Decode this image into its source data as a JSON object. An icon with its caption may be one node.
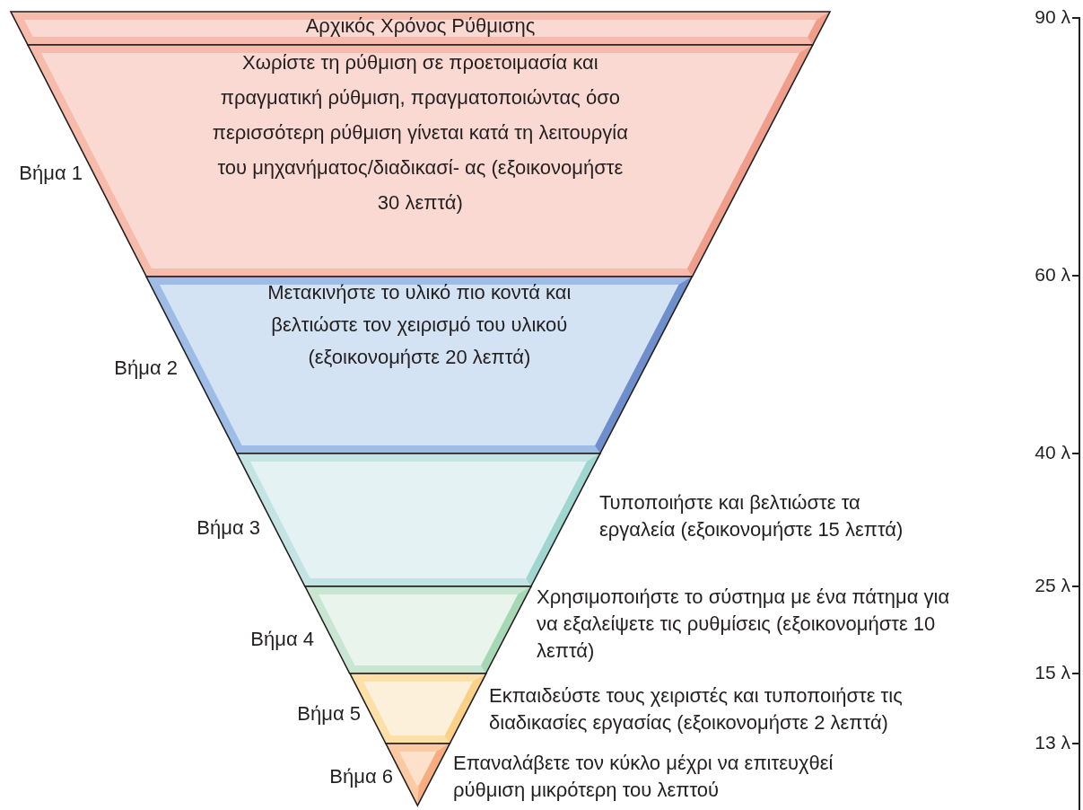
{
  "diagram": {
    "nodes": [
      {
        "text": [
          "Αρχικός Χρόνος Ρύθμισης"
        ]
      },
      {
        "text": [
          "Χωρίστε τη ρύθμιση σε προετοιμασία και πραγματική ρύθμιση, πραγματοποιώντας όσο περισσότερη ρύθμιση γίνεται κατά τη λειτουργία του μηχανήματος/διαδικασί- ας (εξοικονομήστε 30 λεπτά)"
        ],
        "beside": [
          "Βήμα 1"
        ]
      },
      {
        "text": [
          "Μετακινήστε το υλικό πιο κοντά και βελτιώστε τον χειρισμό του υλικού (εξοικονομήστε 20 λεπτά)"
        ],
        "beside": [
          "Βήμα 2"
        ]
      },
      {
        "text": [],
        "shape": "box",
        "beside": [
          "Βήμα 3",
          "Τυποποιήστε και βελτιώστε τα εργαλεία (εξοικονομήστε 15 λεπτά)"
        ]
      },
      {
        "text": [],
        "shape": "box",
        "beside": [
          "Βήμα 4",
          "Χρησιμοποιήστε το σύστημα με ένα πάτημα για να εξαλείψετε τις ρυθμίσεις (εξοικονομήστε 10 λεπτά)"
        ]
      },
      {
        "text": [],
        "shape": "box",
        "beside": [
          "Βήμα 5",
          "Εκπαιδεύστε τους χειριστές και τυποποιήστε τις διαδικασίες εργασίας (εξοικονομήστε 2 λεπτά)"
        ]
      },
      {
        "text": [],
        "shape": "box",
        "beside": [
          "Βήμα 6",
          "Επαναλάβετε τον κύκλο μέχρι να επιτευχθεί ρύθμιση μικρότερη του λεπτού"
        ]
      }
    ],
    "labels": [
      "90 λ",
      "60 λ",
      "40 λ",
      "25 λ",
      "15 λ",
      "13 λ"
    ]
  }
}
